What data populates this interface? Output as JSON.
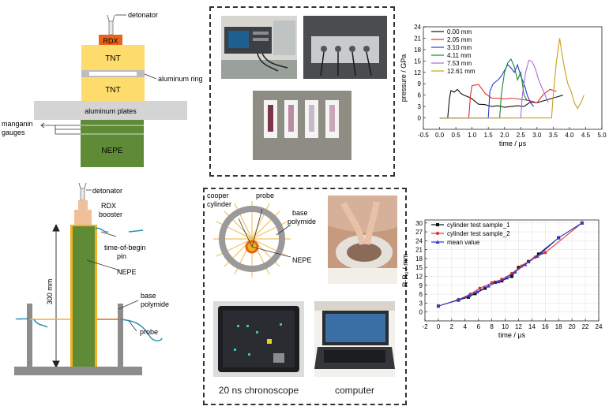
{
  "top_left": {
    "detonator": "detonator",
    "rdx": "RDX",
    "tnt_upper": "TNT",
    "tnt_lower": "TNT",
    "aluminum_ring": "aluminum ring",
    "aluminum_plates": "aluminum plates",
    "manganin_gauges": [
      "manganin",
      "gauges"
    ],
    "nepe": "NEPE"
  },
  "bottom_left": {
    "detonator": "detonator",
    "rdx_booster": [
      "RDX",
      "booster"
    ],
    "length": "300 mm",
    "time_of_begin_pin": [
      "time-of-begin",
      "pin"
    ],
    "nepe": "NEPE",
    "base_polymide": [
      "base",
      "polymide"
    ],
    "probe": "probe"
  },
  "bottom_middle": {
    "cooper_cylinder": [
      "cooper",
      "cylinder"
    ],
    "probe": "probe",
    "base_polymide": [
      "base",
      "polymide"
    ],
    "nepe": "NEPE",
    "chronoscope": "20 ns chronoscope",
    "computer": "computer"
  },
  "colors": {
    "rdx": "#e8641c",
    "tnt": "#fddc6c",
    "nepe": "#5f8b36",
    "aluminum": "#d4d4d4",
    "probe": "#2a8fb5",
    "booster": "#f0c09a",
    "yellow_pin": "#f2b21e"
  },
  "chart_data": [
    {
      "type": "line",
      "title": "",
      "xlabel": "time / μs",
      "ylabel": "pressure / GPa",
      "xlim": [
        -0.5,
        5.0
      ],
      "ylim": [
        -3,
        24
      ],
      "xticks": [
        "-0.5",
        "0.0",
        "0.5",
        "1.0",
        "1.5",
        "2.0",
        "2.5",
        "3.0",
        "3.5",
        "4.0",
        "4.5",
        "5.0"
      ],
      "yticks": [
        "0",
        "3",
        "6",
        "9",
        "12",
        "15",
        "18",
        "21",
        "24"
      ],
      "legend": "top-left",
      "series": [
        {
          "name": "0.00 mm",
          "color": "#111111",
          "x": [
            0.0,
            0.25,
            0.3,
            0.35,
            0.45,
            0.55,
            0.65,
            0.75,
            0.9,
            1.0,
            1.2,
            1.4,
            1.6,
            1.8,
            2.0,
            2.2,
            2.4,
            2.6,
            2.8,
            3.0,
            3.2,
            3.4,
            3.6,
            3.8
          ],
          "y": [
            0,
            0,
            5,
            7.2,
            6.8,
            7.5,
            6.5,
            6.0,
            5.5,
            5.0,
            3.6,
            3.5,
            3.0,
            3.2,
            2.8,
            3.0,
            3.2,
            3.0,
            4.2,
            4.0,
            4.5,
            5.0,
            5.5,
            6.0
          ]
        },
        {
          "name": "2.05 mm",
          "color": "#e0302a",
          "x": [
            0.0,
            0.9,
            0.95,
            1.0,
            1.2,
            1.4,
            1.6,
            1.8,
            2.0,
            2.2,
            2.4,
            2.6,
            2.8,
            3.0,
            3.2,
            3.4,
            3.6
          ],
          "y": [
            0,
            0,
            6,
            8.5,
            8.8,
            6.5,
            5.2,
            5.2,
            5.0,
            5.2,
            5.0,
            4.8,
            4.5,
            4.0,
            6.2,
            7.5,
            7.0
          ]
        },
        {
          "name": "3.10 mm",
          "color": "#2b3bd6",
          "x": [
            0.0,
            1.5,
            1.55,
            1.65,
            1.8,
            1.9,
            2.0,
            2.1,
            2.2,
            2.3,
            2.4,
            2.5,
            2.6,
            2.7,
            2.8,
            2.9
          ],
          "y": [
            0,
            0,
            7,
            9,
            10,
            11,
            12.5,
            14,
            13.2,
            12,
            14,
            11,
            9,
            6,
            4,
            3
          ]
        },
        {
          "name": "4.11 mm",
          "color": "#1e8a2e",
          "x": [
            0.0,
            1.85,
            1.9,
            2.0,
            2.1,
            2.2,
            2.3,
            2.4,
            2.5,
            2.6,
            2.7
          ],
          "y": [
            0,
            0,
            6,
            12,
            14.5,
            15.5,
            13.5,
            10,
            12,
            6,
            4.5
          ]
        },
        {
          "name": "7.53 mm",
          "color": "#a56ed6",
          "x": [
            0.0,
            2.5,
            2.55,
            2.65,
            2.75,
            2.85,
            2.95,
            3.05,
            3.15,
            3.25,
            3.35
          ],
          "y": [
            0,
            0,
            6,
            12,
            15.2,
            14.8,
            13,
            10,
            8,
            6,
            4
          ]
        },
        {
          "name": "12.61 mm",
          "color": "#c7a11a",
          "x": [
            0.0,
            3.45,
            3.5,
            3.6,
            3.7,
            3.75,
            3.85,
            3.95,
            4.05,
            4.15,
            4.25,
            4.35,
            4.45
          ],
          "y": [
            0,
            0,
            6,
            15,
            21,
            18,
            13,
            9,
            7,
            4,
            2.5,
            4,
            6
          ]
        }
      ]
    },
    {
      "type": "scatter",
      "title": "",
      "xlabel": "time / μs",
      "ylabel": "R-R₀ / mm",
      "xlim": [
        -2,
        24
      ],
      "ylim": [
        -3,
        31
      ],
      "xticks": [
        "-2",
        "0",
        "2",
        "4",
        "6",
        "8",
        "10",
        "12",
        "14",
        "16",
        "18",
        "20",
        "22",
        "24"
      ],
      "yticks": [
        "0",
        "3",
        "6",
        "9",
        "12",
        "15",
        "18",
        "21",
        "24",
        "27",
        "30"
      ],
      "legend": "top-left",
      "series": [
        {
          "name": "cylinder test sample_1",
          "color": "#111111",
          "marker": "square",
          "x": [
            0,
            3,
            4.5,
            5.5,
            7,
            8.5,
            9.5,
            11,
            12,
            13.5,
            15,
            18,
            21.5
          ],
          "y": [
            2,
            4,
            5,
            6.2,
            8,
            10,
            10.5,
            12,
            15,
            17,
            19.5,
            25,
            30
          ]
        },
        {
          "name": "cylinder test sample_2",
          "color": "#e0302a",
          "marker": "circle",
          "x": [
            0,
            3,
            4.8,
            6.2,
            8,
            9.5,
            11,
            12.5,
            14.5,
            16,
            21.5
          ],
          "y": [
            2,
            4.2,
            6,
            8,
            9.8,
            11,
            13,
            15.5,
            18.5,
            20,
            30
          ]
        },
        {
          "name": "mean value",
          "color": "#2b3bd6",
          "marker": "triangle",
          "x": [
            0,
            3,
            4.6,
            5.8,
            7.5,
            9,
            10.2,
            11.5,
            13,
            14.8,
            15.5,
            18,
            21.5
          ],
          "y": [
            2,
            4.1,
            5.5,
            6.8,
            8.8,
            10.2,
            11.5,
            13.5,
            16,
            18.8,
            20,
            25,
            30
          ]
        }
      ]
    }
  ]
}
